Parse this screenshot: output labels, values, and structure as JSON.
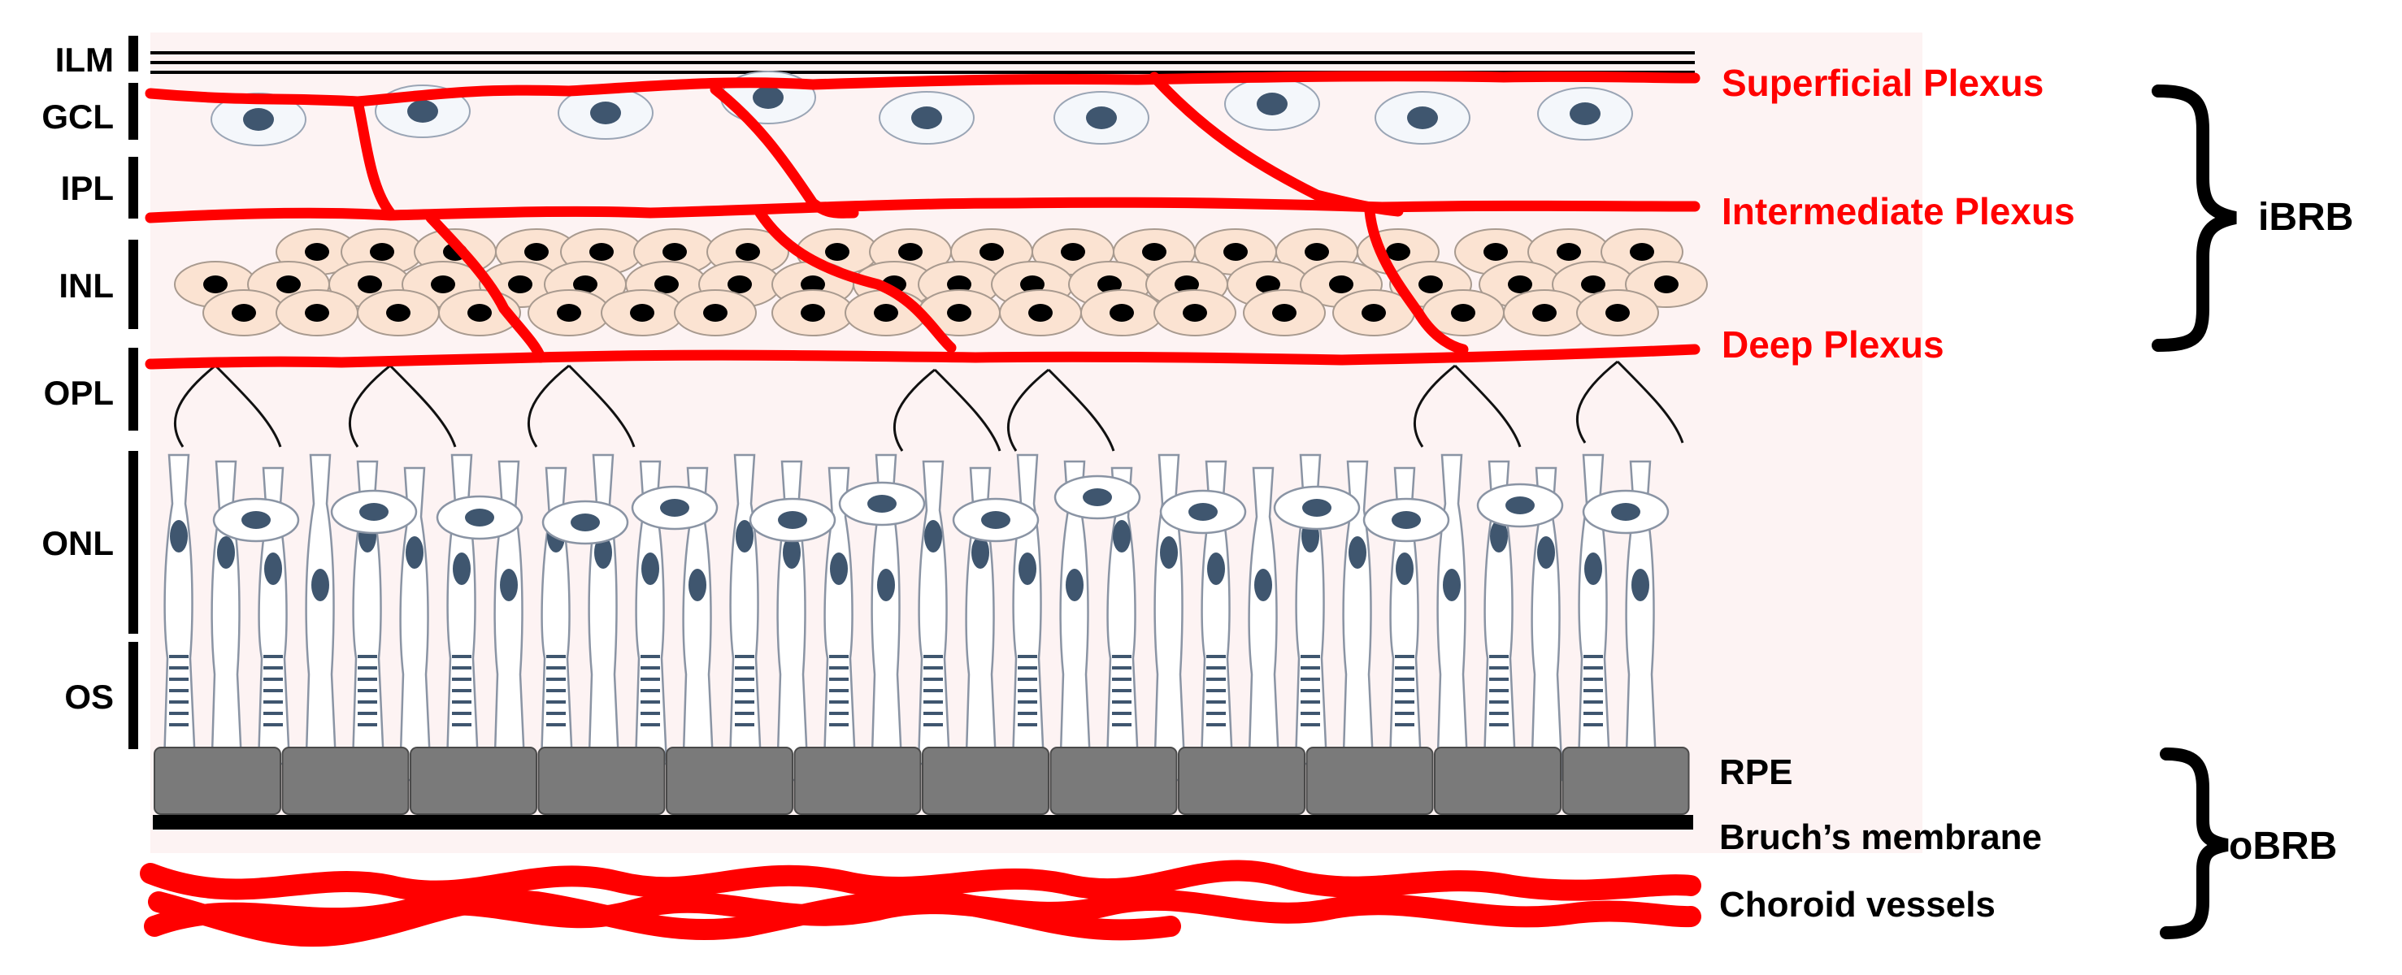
{
  "layer_labels": {
    "ilm": "ILM",
    "gcl": "GCL",
    "ipl": "IPL",
    "inl": "INL",
    "opl": "OPL",
    "onl": "ONL",
    "os": "OS"
  },
  "plexus_labels": {
    "superficial": "Superficial Plexus",
    "intermediate": "Intermediate Plexus",
    "deep": "Deep Plexus"
  },
  "outer_labels": {
    "rpe": "RPE",
    "bruch": "Bruch’s membrane",
    "choroid": "Choroid vessels"
  },
  "barrier_labels": {
    "inner": "iBRB",
    "outer": "oBRB"
  },
  "colors": {
    "vessel": "#ff0000",
    "tissue": "#fdf3f3",
    "cell_nucleus": "#3f566f",
    "inl_cell_fill": "#fbe3d2",
    "inl_nucleus": "#000000",
    "rpe_fill": "#7a7a7a",
    "label_text": "#000000",
    "plexus_text": "#ff0000"
  },
  "icons": {
    "brace": "curly-brace",
    "cell": "ellipse-cell",
    "photoreceptor": "rod-cone"
  }
}
